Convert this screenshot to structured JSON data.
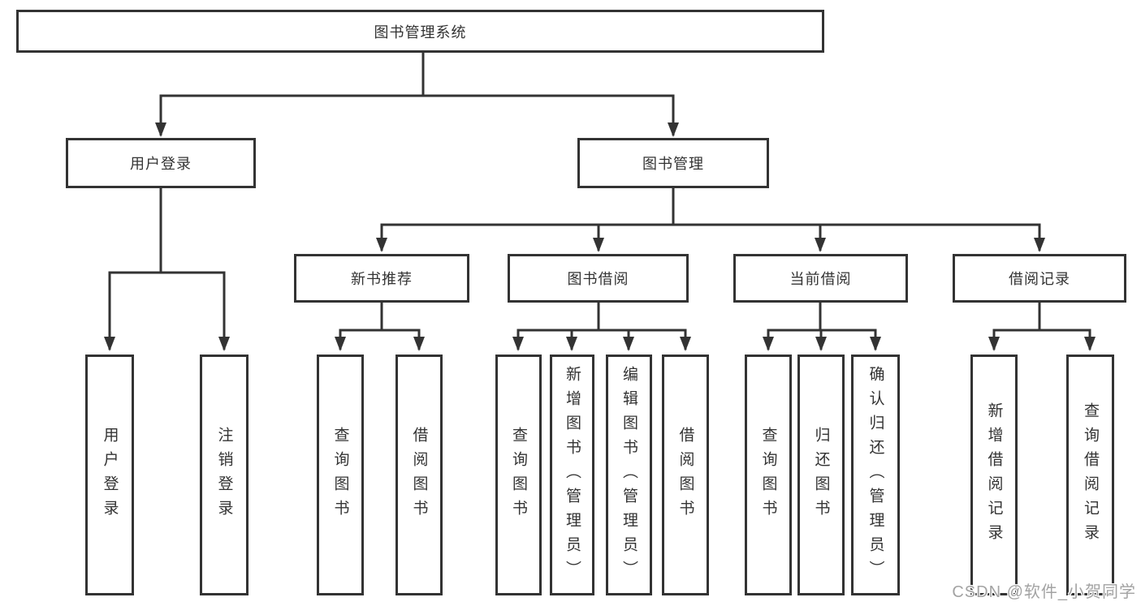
{
  "diagram_title": "图书管理系统",
  "boxes": {
    "root": "图书管理系统",
    "userLogin": "用户登录",
    "bookManagement": "图书管理",
    "newBookRecommend": "新书推荐",
    "bookBorrow": "图书借阅",
    "currentBorrow": "当前借阅",
    "borrowRecords": "借阅记录",
    "userLoginLeaf": "用户登录",
    "logoutLeaf": "注销登录",
    "queryBooks1": "查询图书",
    "borrowBooks1": "借阅图书",
    "queryBooks2": "查询图书",
    "addBooksAdmin": "新增图书（管理员）",
    "editBooksAdmin": "编辑图书（管理员）",
    "borrowBooks2": "借阅图书",
    "queryBooks3": "查询图书",
    "returnBooks": "归还图书",
    "confirmReturnAdmin": "确认归还（管理员）",
    "addBorrowRecord": "新增借阅记录",
    "queryBorrowRecord": "查询借阅记录"
  },
  "hierarchy": {
    "图书管理系统": {
      "用户登录": [
        "用户登录",
        "注销登录"
      ],
      "图书管理": {
        "新书推荐": [
          "查询图书",
          "借阅图书"
        ],
        "图书借阅": [
          "查询图书",
          "新增图书（管理员）",
          "编辑图书（管理员）",
          "借阅图书"
        ],
        "当前借阅": [
          "查询图书",
          "归还图书",
          "确认归还（管理员）"
        ],
        "借阅记录": [
          "新增借阅记录",
          "查询借阅记录"
        ]
      }
    }
  },
  "watermark": "CSDN @软件_小贺同学",
  "colors": {
    "line": "#333333",
    "box_border": "#333333",
    "text": "#333333",
    "background": "#ffffff",
    "watermark": "#a3a3a3"
  }
}
